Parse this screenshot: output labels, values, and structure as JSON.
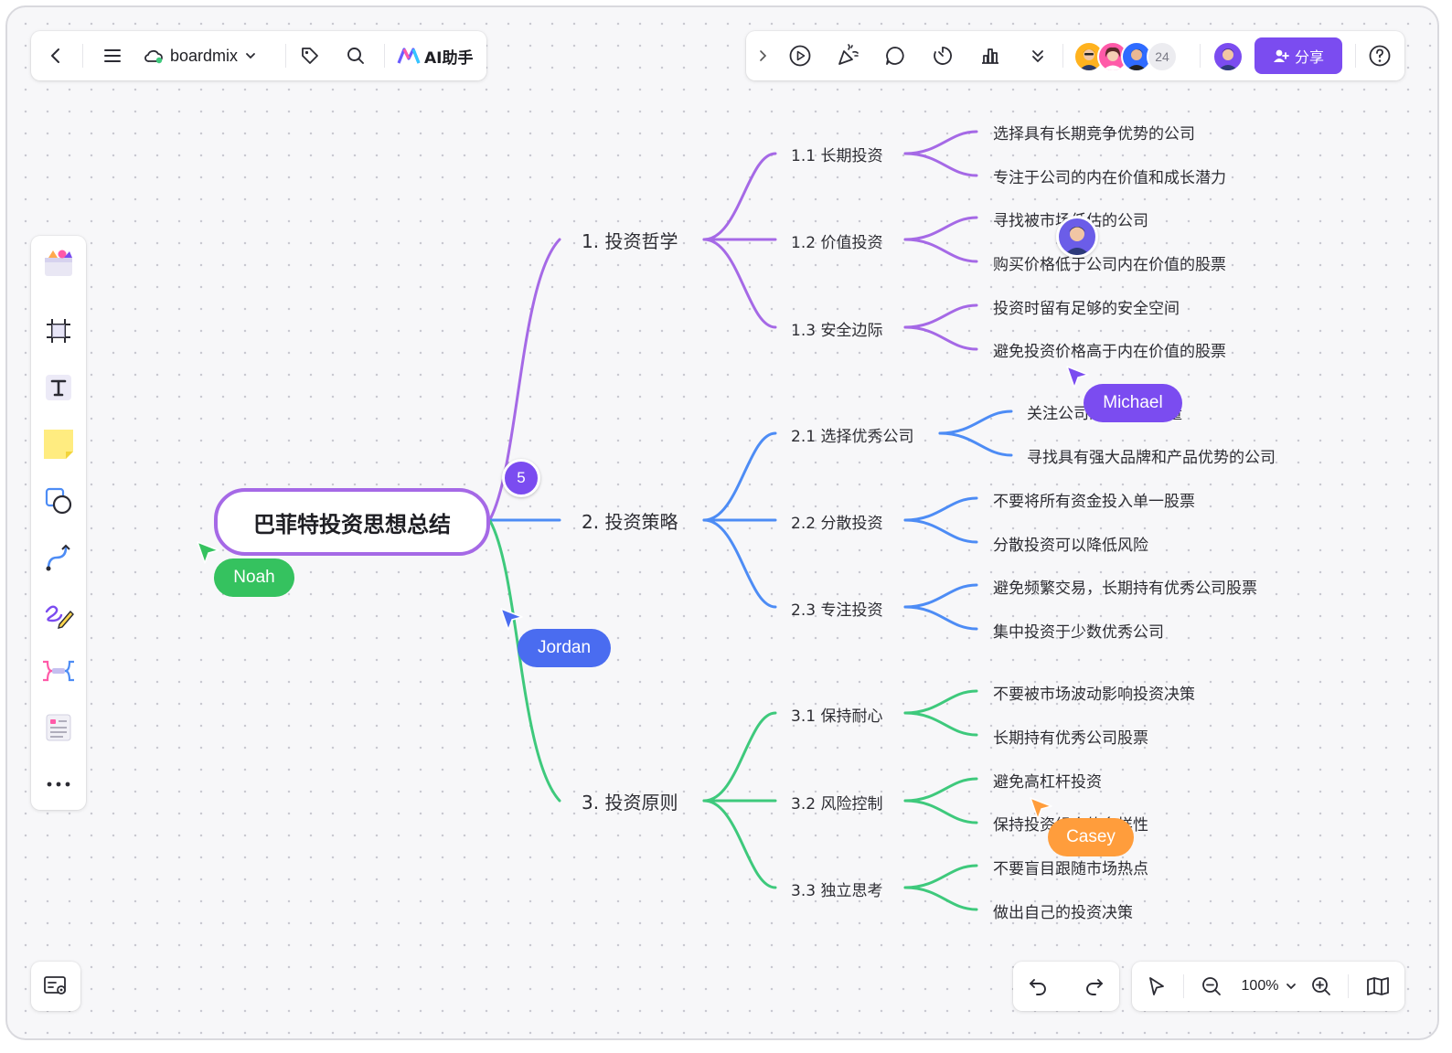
{
  "app": {
    "workspace_name": "boardmix",
    "ai_label": "AI助手",
    "share_label": "分享",
    "collaborator_count": "24",
    "zoom_level": "100%"
  },
  "colors": {
    "purple": "#a569e6",
    "blue": "#4d8cf5",
    "green": "#3ec97c",
    "accent": "#7b4cf0"
  },
  "mindmap": {
    "root": "巴菲特投资思想总结",
    "collapsed_count": "5",
    "branches": [
      {
        "label": "1. 投资哲学",
        "children": [
          {
            "label": "1.1 长期投资",
            "items": [
              "选择具有长期竞争优势的公司",
              "专注于公司的内在价值和成长潜力"
            ]
          },
          {
            "label": "1.2 价值投资",
            "items": [
              "寻找被市场低估的公司",
              "购买价格低于公司内在价值的股票"
            ]
          },
          {
            "label": "1.3 安全边际",
            "items": [
              "投资时留有足够的安全空间",
              "避免投资价格高于内在价值的股票"
            ]
          }
        ]
      },
      {
        "label": "2. 投资策略",
        "children": [
          {
            "label": "2.1 选择优秀公司",
            "items": [
              "关注公司的管理层质量",
              "寻找具有强大品牌和产品优势的公司"
            ]
          },
          {
            "label": "2.2 分散投资",
            "items": [
              "不要将所有资金投入单一股票",
              "分散投资可以降低风险"
            ]
          },
          {
            "label": "2.3 专注投资",
            "items": [
              "避免频繁交易，长期持有优秀公司股票",
              "集中投资于少数优秀公司"
            ]
          }
        ]
      },
      {
        "label": "3. 投资原则",
        "children": [
          {
            "label": "3.1 保持耐心",
            "items": [
              "不要被市场波动影响投资决策",
              "长期持有优秀公司股票"
            ]
          },
          {
            "label": "3.2 风险控制",
            "items": [
              "避免高杠杆投资",
              "保持投资组合的多样性"
            ]
          },
          {
            "label": "3.3 独立思考",
            "items": [
              "不要盲目跟随市场热点",
              "做出自己的投资决策"
            ]
          }
        ]
      }
    ]
  },
  "cursors": [
    {
      "name": "Noah",
      "color": "#35c25f"
    },
    {
      "name": "Jordan",
      "color": "#4a6cf0"
    },
    {
      "name": "Michael",
      "color": "#7b4cf0"
    },
    {
      "name": "Casey",
      "color": "#ff9d3c"
    }
  ],
  "left_tools": [
    "templates-icon",
    "frame-icon",
    "text-icon",
    "sticky-note-icon",
    "shapes-icon",
    "connector-icon",
    "pen-icon",
    "mindmap-icon",
    "list-icon",
    "more-icon"
  ]
}
